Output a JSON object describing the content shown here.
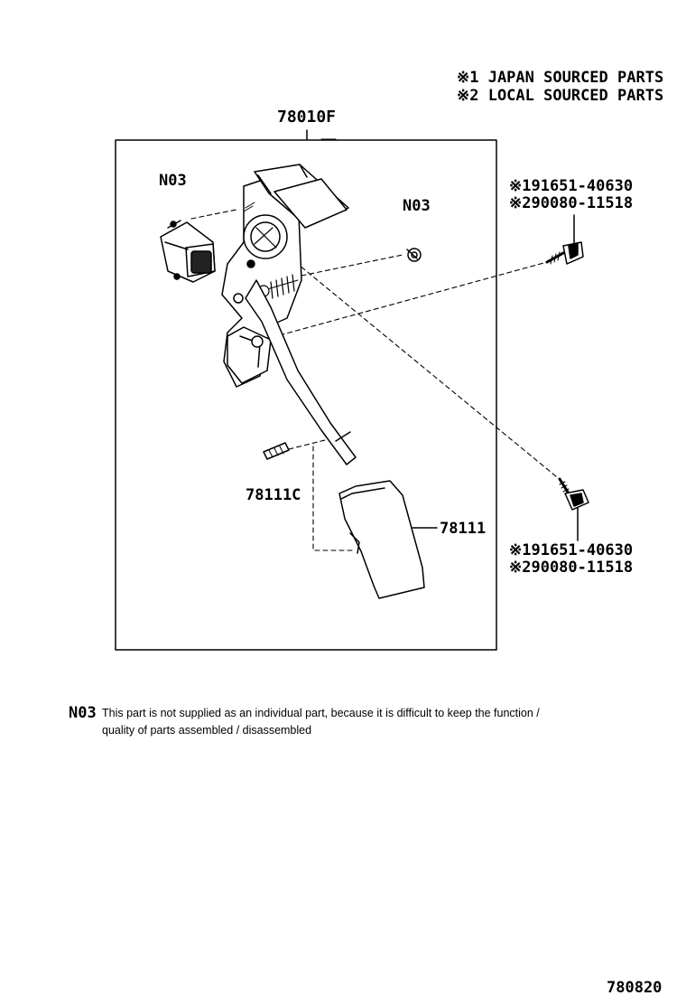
{
  "legend": {
    "line1": "※1 JAPAN SOURCED PARTS",
    "line2": "※2 LOCAL SOURCED PARTS"
  },
  "assembly": {
    "part_no": "78010F"
  },
  "callouts": {
    "sensor_n03": "N03",
    "nut_n03": "N03",
    "pin": "78111C",
    "pad": "78111",
    "bolt_upper_1": "※191651-40630",
    "bolt_upper_2": "※290080-11518",
    "bolt_lower_1": "※191651-40630",
    "bolt_lower_2": "※290080-11518"
  },
  "footnote": {
    "code": "N03",
    "line1": "This part is not supplied as an individual part, because it is difficult to keep the function /",
    "line2": "quality of parts assembled / disassembled"
  },
  "figure": {
    "number": "780820"
  }
}
